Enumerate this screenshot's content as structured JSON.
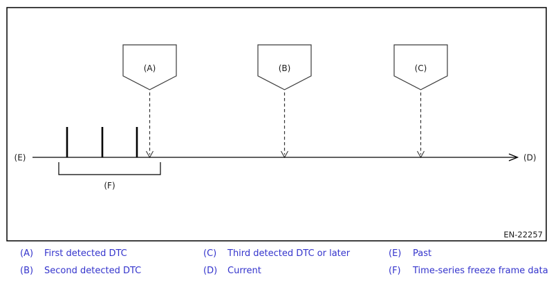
{
  "diagram": {
    "figure_id": "EN-22257",
    "markers": [
      {
        "label": "(A)"
      },
      {
        "label": "(B)"
      },
      {
        "label": "(C)"
      }
    ],
    "timeline": {
      "left_label": "(E)",
      "right_label": "(D)"
    },
    "bracket_label": "(F)"
  },
  "legend": {
    "items": [
      {
        "key": "(A)",
        "text": "First detected DTC"
      },
      {
        "key": "(B)",
        "text": "Second detected DTC"
      },
      {
        "key": "(C)",
        "text": "Third detected DTC or later"
      },
      {
        "key": "(D)",
        "text": "Current"
      },
      {
        "key": "(E)",
        "text": "Past"
      },
      {
        "key": "(F)",
        "text": "Time-series freeze frame data"
      }
    ]
  },
  "colors": {
    "legend_text": "#3333CC",
    "diagram_line": "#000000",
    "dashed_arrow": "#333333",
    "background": "#FFFFFF"
  }
}
